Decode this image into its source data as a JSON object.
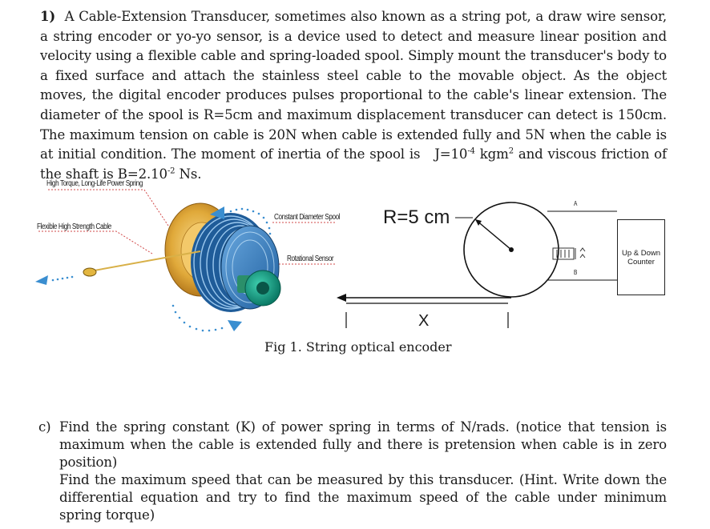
{
  "problem": {
    "number": "1)",
    "line1": "A Cable-Extension Transducer, sometimes also known as a string pot, a draw wire sensor, a string encoder or yo-yo sensor, is a device used to detect and measure linear position and velocity using a flexible cable and spring-loaded spool. Simply mount the transducer's body to a fixed surface and attach the stainless steel cable to the movable object. As the object moves, the digital encoder produces pulses proportional to the cable's linear extension. The diameter of the spool is R=5cm and maximum displacement transducer can detect is 150cm. The maximum tension on cable is 20N when cable is extended fully and 5N when the cable is at initial condition. The moment of inertia of the spool is",
    "inertia_prefix": "J=10",
    "inertia_exp": "-4",
    "inertia_unit": " kgm",
    "inertia_unit_exp": "2",
    "friction_text": " and viscous friction of the shaft is B=2.10",
    "friction_exp": "-2",
    "friction_unit": " Ns."
  },
  "figure": {
    "label_power_spring": "High Torque, Long-Life Power Spring",
    "label_flexible_cable": "Flexible High Strength Cable",
    "label_spool": "Constant Diameter Spool",
    "label_sensor": "Rotational Sensor",
    "radius_label": "R=5 cm",
    "x_label": "X",
    "counter_line1": "Up & Down",
    "counter_line2": "Counter",
    "signal_a": "A",
    "signal_b": "B",
    "caption": "Fig 1. String optical encoder"
  },
  "questions": {
    "marker": "c)",
    "para1": "Find the spring constant (K) of power spring in terms of N/rads. (notice that tension is maximum when the cable is extended fully and there is pretension when cable is in zero position)",
    "para2": "Find the maximum speed that can be measured by this transducer. (Hint. Write down the differential equation and try to find the maximum speed of the cable under minimum spring torque)"
  }
}
